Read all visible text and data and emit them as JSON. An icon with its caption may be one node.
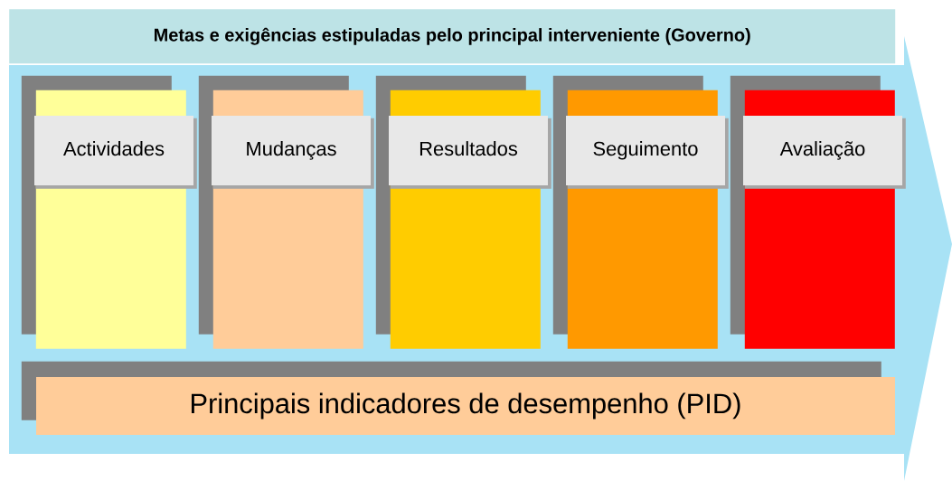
{
  "diagram": {
    "nodes": [
      {
        "text": [],
        "shape": "arrow"
      },
      {
        "text": [
          "Metas e exigências estipuladas pelo principal interveniente (Governo)"
        ]
      },
      {
        "text": [
          "Actividades"
        ],
        "in": 0
      },
      {
        "text": [
          "Mudanças"
        ],
        "in": 0
      },
      {
        "text": [
          "Resultados"
        ],
        "in": 0
      },
      {
        "text": [
          "Seguimento"
        ],
        "in": 0
      },
      {
        "text": [
          "Avaliação"
        ],
        "in": 0
      },
      {
        "text": [
          "Principais indicadores de desempenho (PID)"
        ],
        "in": 0
      }
    ]
  }
}
